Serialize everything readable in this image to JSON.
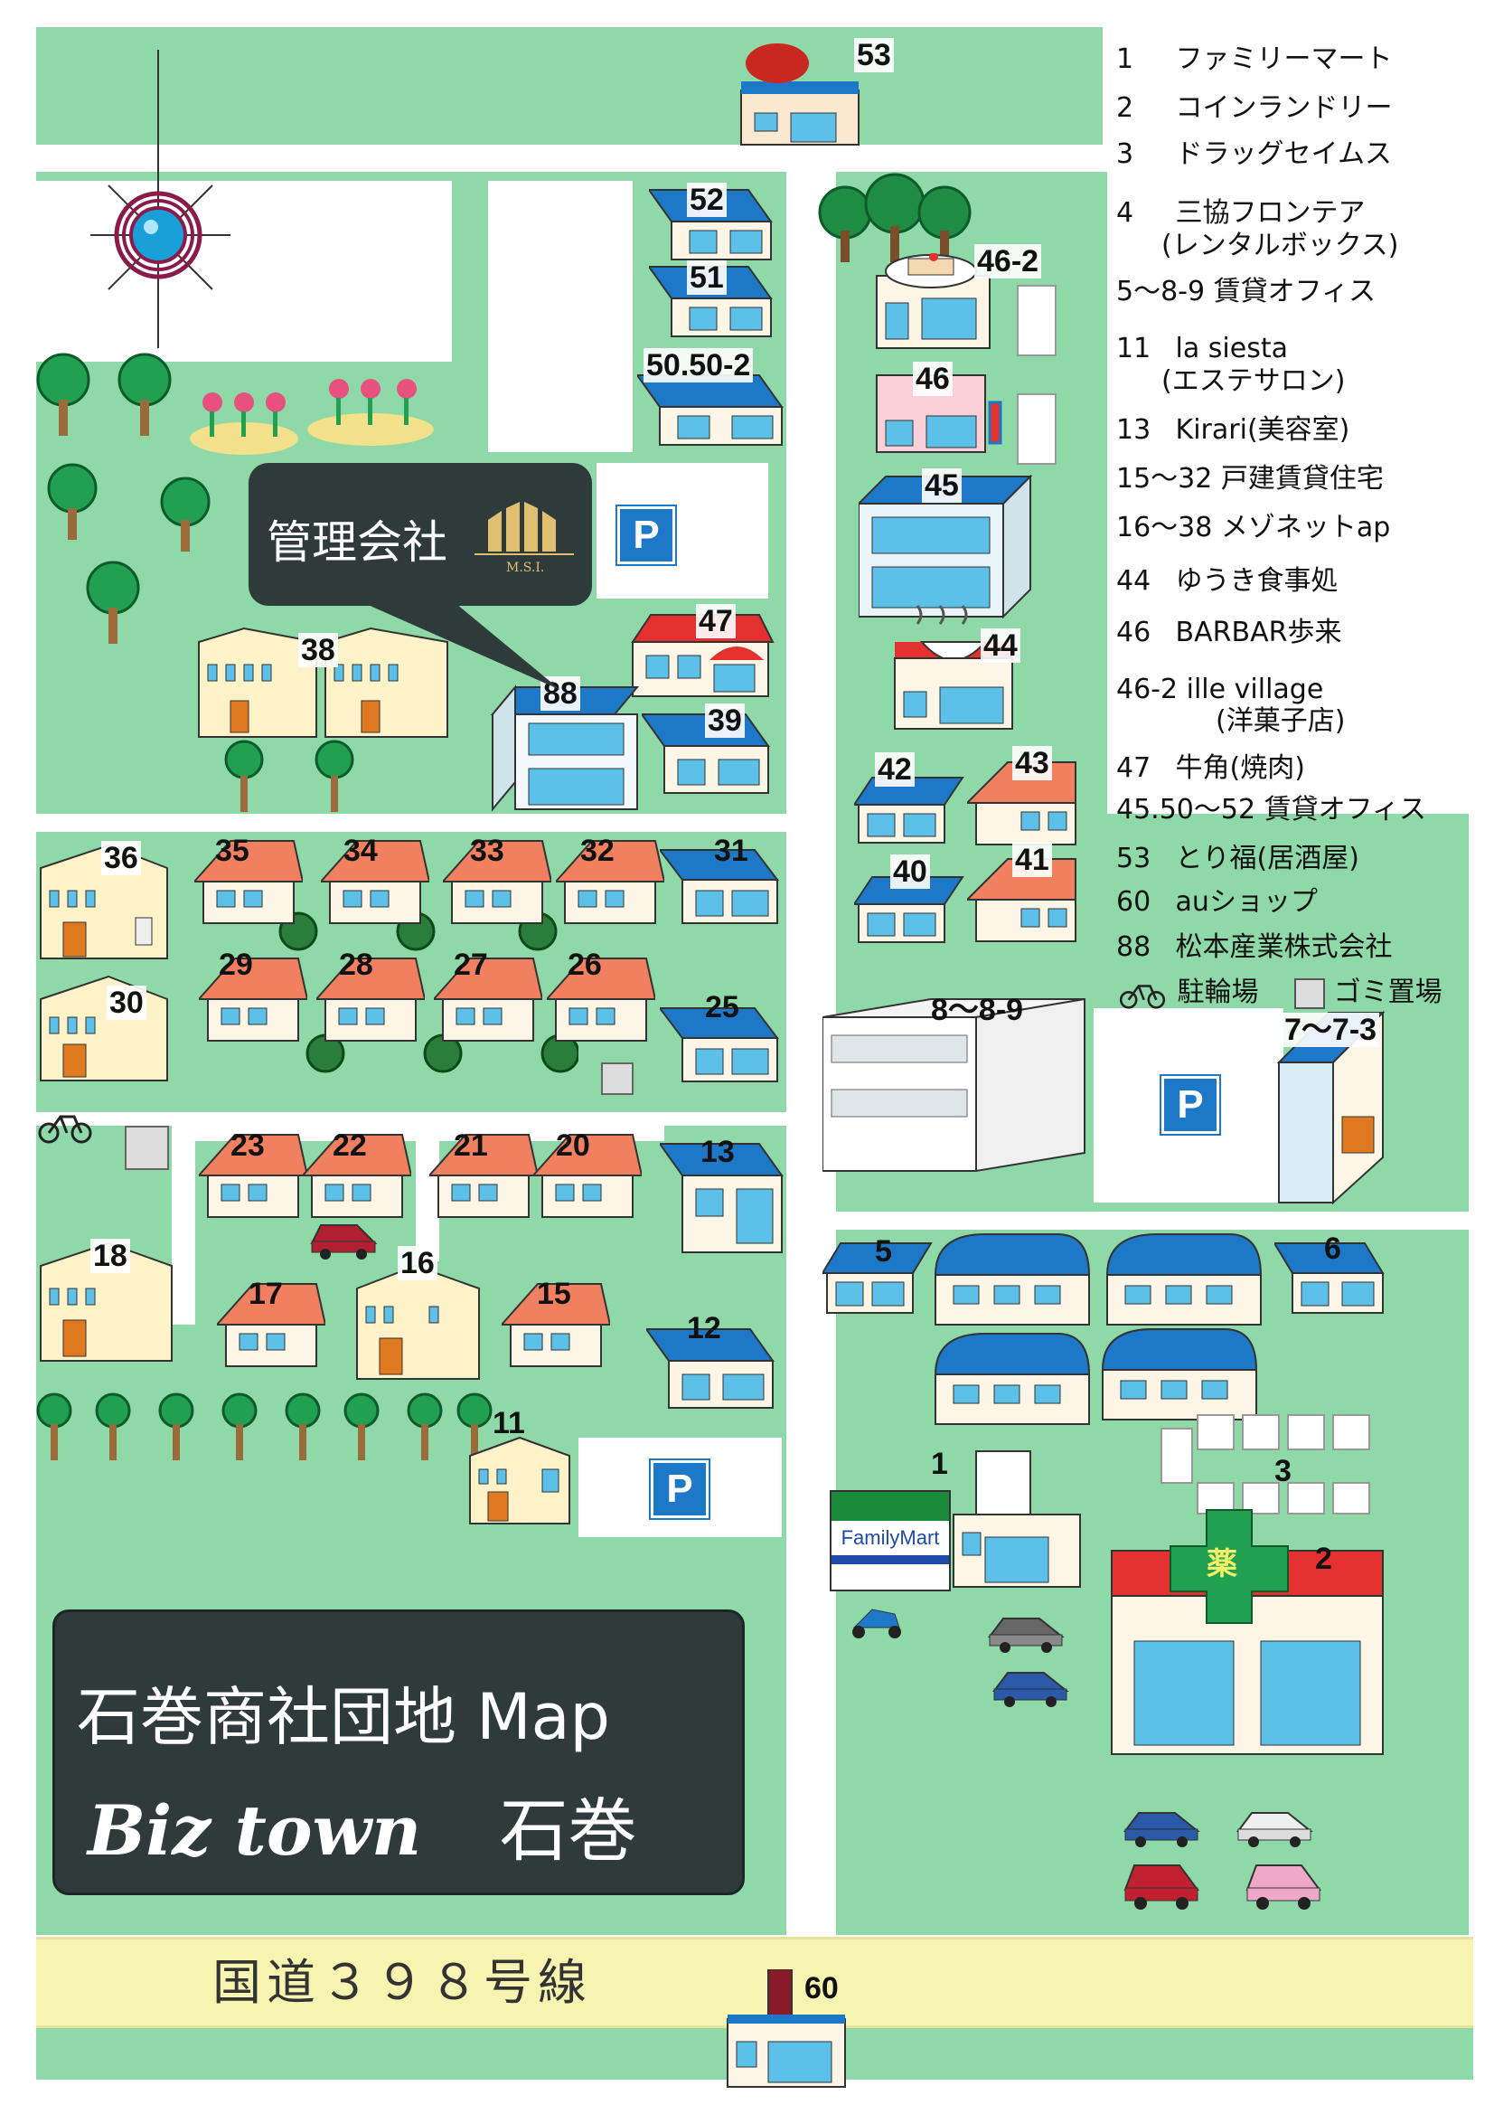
{
  "map": {
    "title": "石巻商社団地 Map",
    "subtitle_en": "Biz town",
    "subtitle_jp": "石巻",
    "route_label": "国道３９８号線",
    "office_label": "管理会社",
    "office_logo_text": "M.S.I.",
    "parking_symbol": "P",
    "familymart_sign": "FamilyMart",
    "pharmacy_mark": "薬"
  },
  "legend": [
    {
      "key": "1",
      "text": "ファミリーマート"
    },
    {
      "key": "2",
      "text": "コインランドリー"
    },
    {
      "key": "3",
      "text": "ドラッグセイムス"
    },
    {
      "key": "4",
      "text": "三協フロンテア"
    },
    {
      "key": "",
      "text": "(レンタルボックス)"
    },
    {
      "key": "5～8-9",
      "text": "賃貸オフィス"
    },
    {
      "key": "11",
      "text": "la siesta"
    },
    {
      "key": "",
      "text": "(エステサロン)"
    },
    {
      "key": "13",
      "text": "Kirari(美容室)"
    },
    {
      "key": "15～32",
      "text": "戸建賃貸住宅"
    },
    {
      "key": "16～38",
      "text": "メゾネットap"
    },
    {
      "key": "44",
      "text": "ゆうき食事処"
    },
    {
      "key": "46",
      "text": "BARBAR歩来"
    },
    {
      "key": "46-2",
      "text": "ille village"
    },
    {
      "key": "",
      "text": "(洋菓子店)"
    },
    {
      "key": "47",
      "text": "牛角(焼肉)"
    },
    {
      "key": "45.50～52",
      "text": "賃貸オフィス"
    },
    {
      "key": "53",
      "text": "とり福(居酒屋)"
    },
    {
      "key": "60",
      "text": "auショップ"
    },
    {
      "key": "88",
      "text": "松本産業株式会社"
    }
  ],
  "legend_icons": {
    "bicycle_parking": "駐輪場",
    "garbage_area": "ゴミ置場"
  },
  "labels": {
    "b53": "53",
    "b52": "52",
    "b51": "51",
    "b50": "50.50-2",
    "b46_2": "46-2",
    "b46": "46",
    "b45": "45",
    "b44": "44",
    "b47": "47",
    "b38": "38",
    "b88": "88",
    "b39": "39",
    "b42": "42",
    "b43": "43",
    "b40": "40",
    "b41": "41",
    "b36": "36",
    "b35": "35",
    "b34": "34",
    "b33": "33",
    "b32": "32",
    "b31": "31",
    "b29": "29",
    "b28": "28",
    "b27": "27",
    "b26": "26",
    "b25": "25",
    "b30": "30",
    "b8": "8～8-9",
    "b7": "7～7-3",
    "b23": "23",
    "b22": "22",
    "b21": "21",
    "b20": "20",
    "b13": "13",
    "b18": "18",
    "b17": "17",
    "b16": "16",
    "b15": "15",
    "b12": "12",
    "b11": "11",
    "b5": "5",
    "b6": "6",
    "b1": "1",
    "b3": "3",
    "b2": "2",
    "b60": "60"
  },
  "colors": {
    "grass": "#8fd8a8",
    "road": "#ffffff",
    "route398": "#f6f4b0",
    "roof_blue": "#1e78c8",
    "roof_orange": "#f08060",
    "roof_red": "#e53030",
    "panel": "#2f3a3a"
  }
}
